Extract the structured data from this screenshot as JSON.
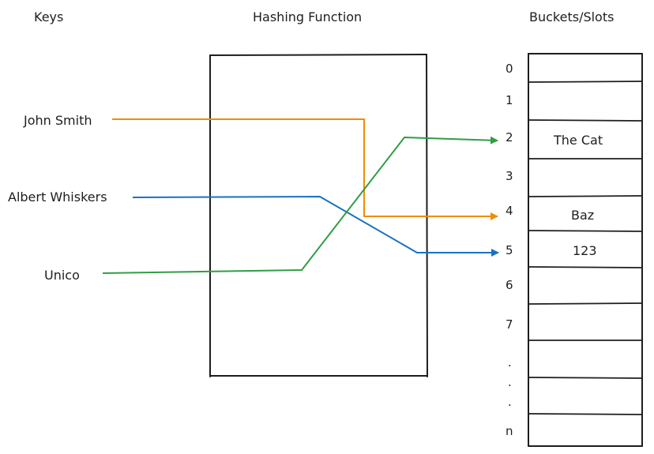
{
  "headers": {
    "keys": "Keys",
    "hashing_function": "Hashing Function",
    "buckets": "Buckets/Slots"
  },
  "keys": [
    {
      "label": "John Smith",
      "color": "#f08c00",
      "target_index": "4"
    },
    {
      "label": "Albert Whiskers",
      "color": "#1971c2",
      "target_index": "5"
    },
    {
      "label": "Unico",
      "color": "#2f9e44",
      "target_index": "2"
    }
  ],
  "bucket_indices": [
    "0",
    "1",
    "2",
    "3",
    "4",
    "5",
    "6",
    "7",
    ".",
    ".",
    ".",
    "n"
  ],
  "bucket_values": {
    "slot_2": "The Cat",
    "slot_4": "Baz",
    "slot_5": "123"
  },
  "colors": {
    "stroke": "#1e1e1e",
    "orange": "#f08c00",
    "blue": "#1971c2",
    "green": "#2f9e44"
  }
}
